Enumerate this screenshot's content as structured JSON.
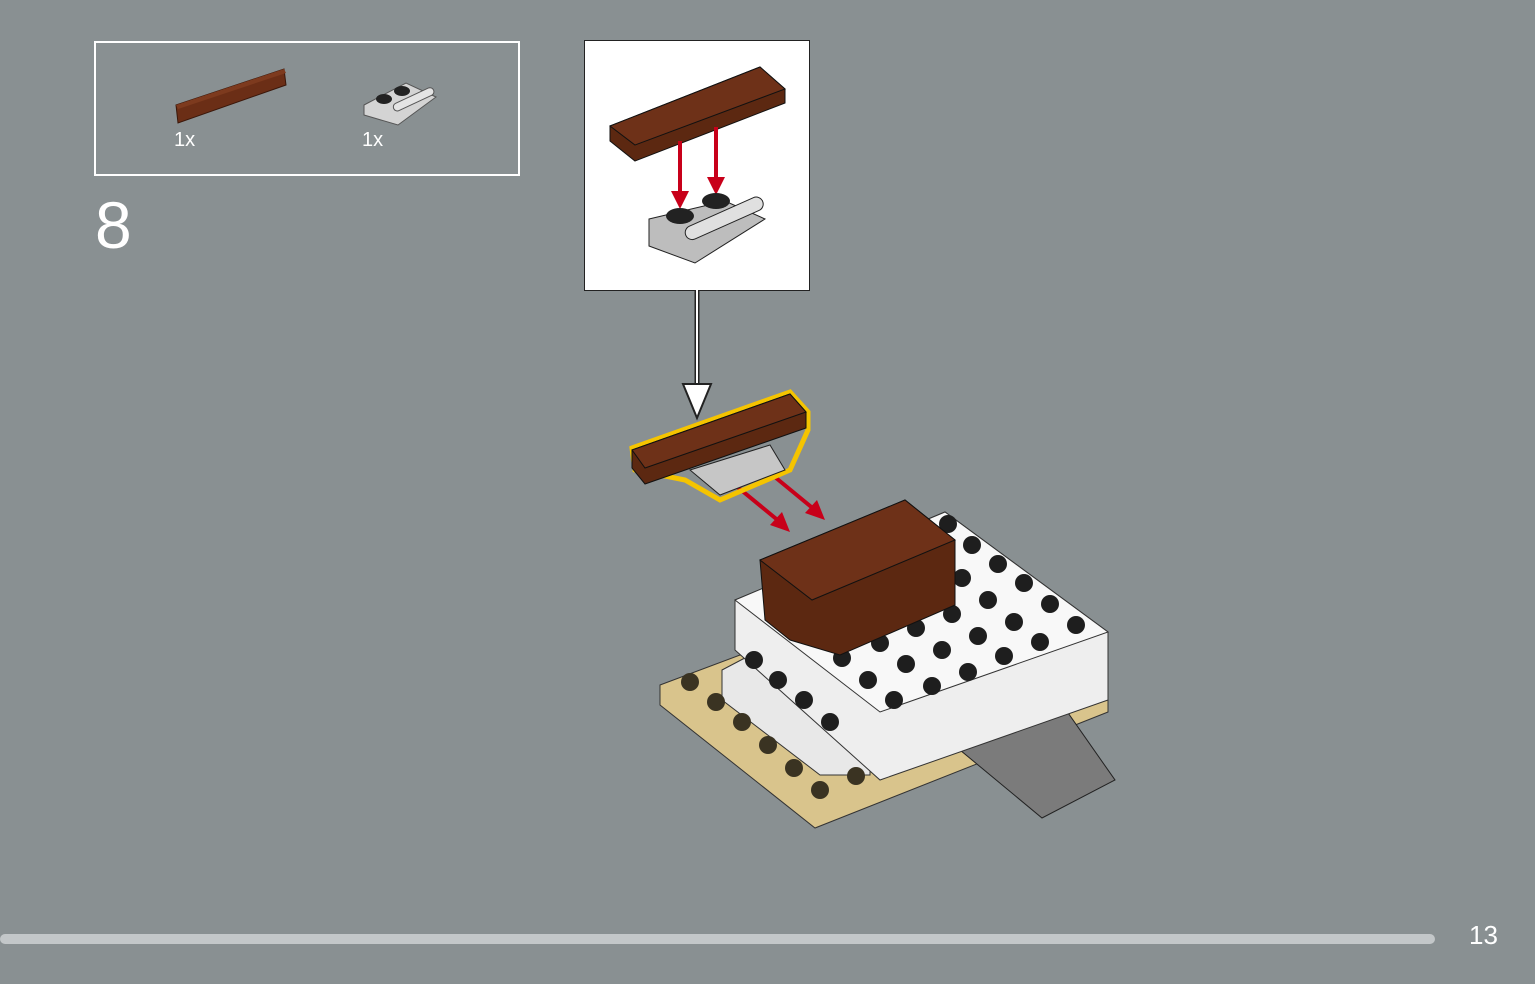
{
  "parts_list": [
    {
      "name": "brown-tile-1x4",
      "quantity": "1x",
      "color": "#6b2e16"
    },
    {
      "name": "light-gray-plate-1x2-with-bar",
      "quantity": "1x",
      "color": "#c8c8c8"
    }
  ],
  "step_number": "8",
  "page_number": "13",
  "progress_fraction": 1.0,
  "colors": {
    "background": "#899092",
    "highlight": "#f5c400",
    "arrow": "#d0021b",
    "brown": "#6b2e16",
    "tan": "#d9c48c"
  }
}
